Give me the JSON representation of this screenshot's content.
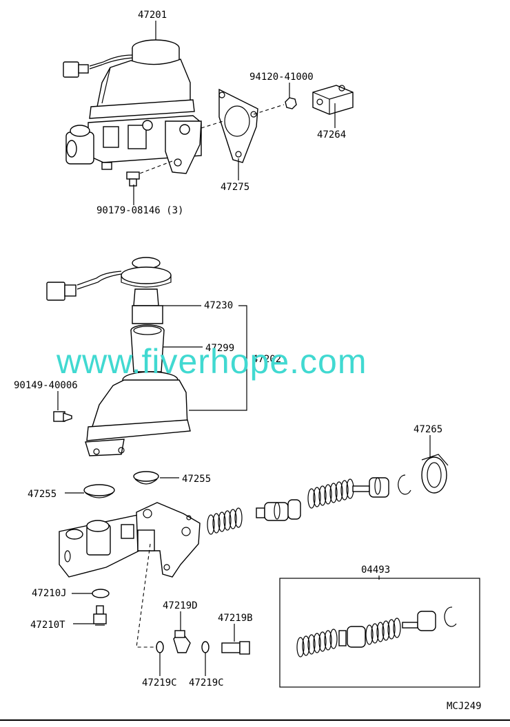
{
  "diagram": {
    "labels": {
      "p47201": "47201",
      "p94120": "94120-41000",
      "p47264": "47264",
      "p47275": "47275",
      "p90179": "90179-08146 (3)",
      "p47230": "47230",
      "p47299": "47299",
      "p47202": "47202",
      "p90149": "90149-40006",
      "p47265": "47265",
      "p47255a": "47255",
      "p47255b": "47255",
      "p04493": "04493",
      "p47210J": "47210J",
      "p47219D": "47219D",
      "p47219B": "47219B",
      "p47210T": "47210T",
      "p47219Ca": "47219C",
      "p47219Cb": "47219C",
      "code": "MCJ249"
    },
    "watermark": "www.fiverhope.com",
    "colors": {
      "watermark": "#41d9d1",
      "line": "#000000",
      "background": "#ffffff"
    }
  }
}
